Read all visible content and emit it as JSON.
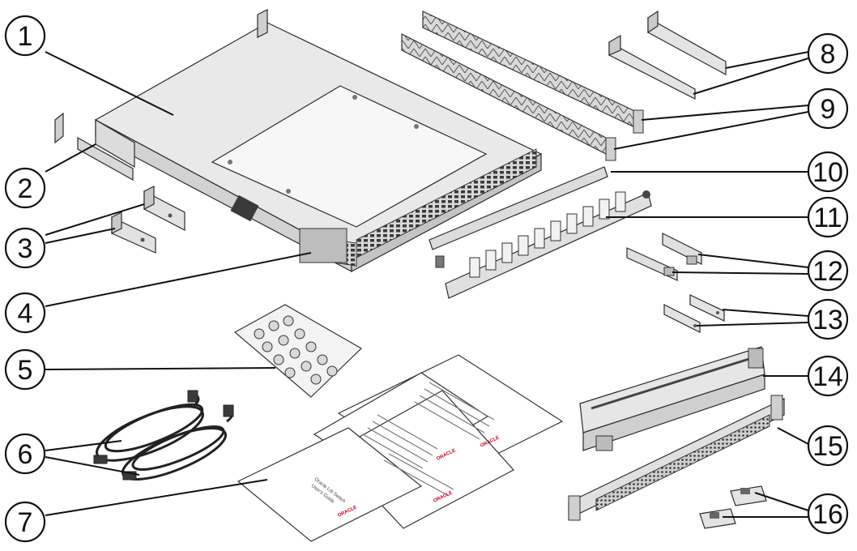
{
  "figure": {
    "callouts": [
      {
        "number": "1"
      },
      {
        "number": "2"
      },
      {
        "number": "3"
      },
      {
        "number": "4"
      },
      {
        "number": "5"
      },
      {
        "number": "6"
      },
      {
        "number": "7"
      },
      {
        "number": "8"
      },
      {
        "number": "9"
      },
      {
        "number": "10"
      },
      {
        "number": "11"
      },
      {
        "number": "12"
      },
      {
        "number": "13"
      },
      {
        "number": "14"
      },
      {
        "number": "15"
      },
      {
        "number": "16"
      }
    ],
    "document": {
      "cover_title_line1": "Oracle Ldi Switch",
      "cover_title_line2": "User's Guide",
      "brand_text": "ORACLE"
    },
    "colors": {
      "line": "#111111",
      "part_fill": "#e6e6e6",
      "part_dark": "#4a4a4a",
      "brand": "#d0021b"
    }
  }
}
